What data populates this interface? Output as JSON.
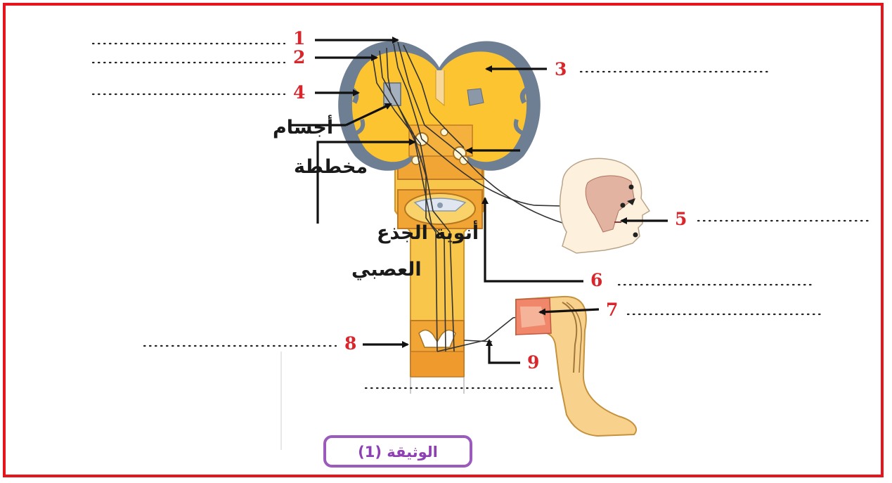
{
  "labels": {
    "l1": "1",
    "l2": "2",
    "l3": "3",
    "l4": "4",
    "l5": "5",
    "l6": "6",
    "l7": "7",
    "l8": "8",
    "l9": "9"
  },
  "arabic": {
    "bodies_line1": "أجسام",
    "bodies_line2": "مخططة",
    "nuclei_line1": "أنوية الجذع",
    "nuclei_line2": "العصبي"
  },
  "caption": "الوثيقة (1)",
  "colors": {
    "frame": "#e8141c",
    "label": "#d8262c",
    "caption": "#8e3fb3",
    "brain_fill": "#fbc430",
    "cortex": "#6f7f93",
    "spinal_cord": "#f7c64a"
  }
}
